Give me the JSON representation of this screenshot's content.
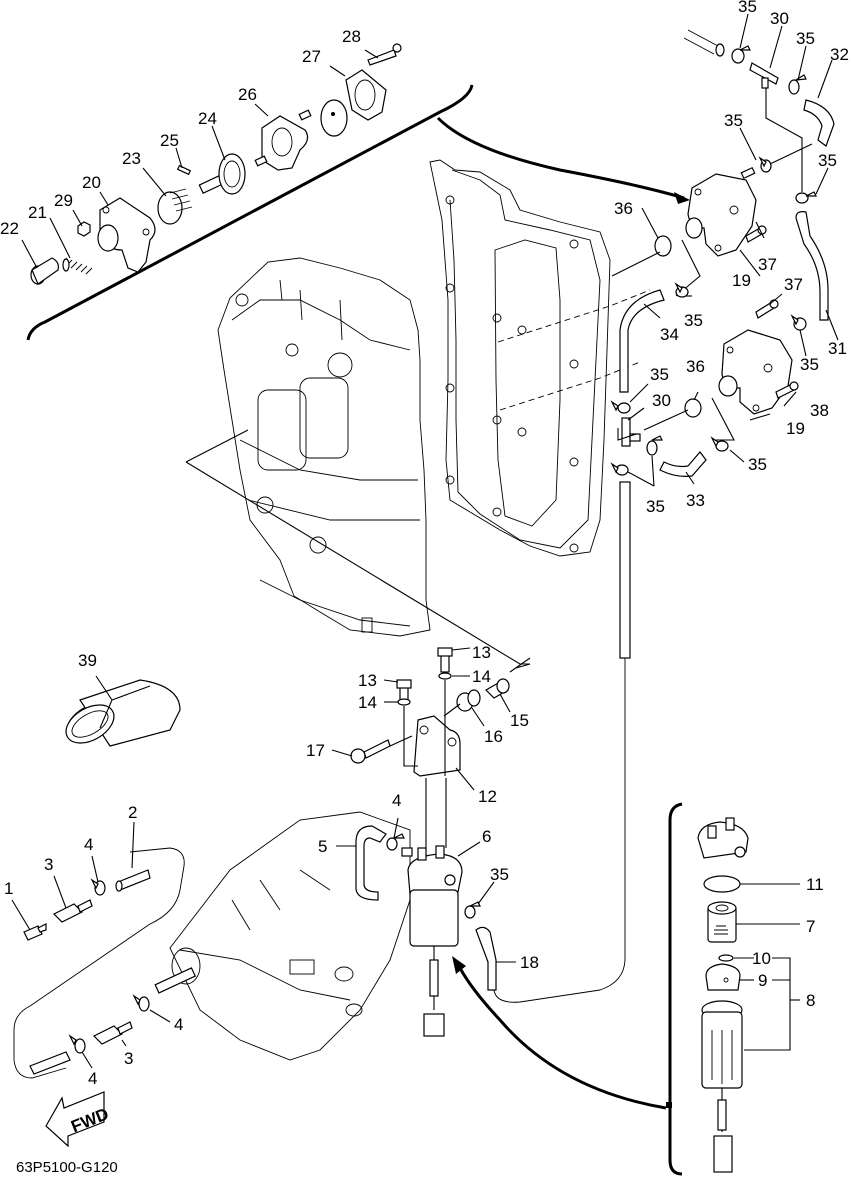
{
  "diagram": {
    "type": "exploded-parts-view",
    "subject": "Outboard fuel system: fuel pumps, head cover, fuel filter",
    "drawing_code": "63P5100-G120",
    "direction_marker": "FWD",
    "callouts": [
      {
        "id": "c1",
        "label": "1"
      },
      {
        "id": "c2",
        "label": "2"
      },
      {
        "id": "c3a",
        "label": "3"
      },
      {
        "id": "c3b",
        "label": "3"
      },
      {
        "id": "c4a",
        "label": "4"
      },
      {
        "id": "c4b",
        "label": "4"
      },
      {
        "id": "c4c",
        "label": "4"
      },
      {
        "id": "c4d",
        "label": "4"
      },
      {
        "id": "c5",
        "label": "5"
      },
      {
        "id": "c6",
        "label": "6"
      },
      {
        "id": "c7",
        "label": "7"
      },
      {
        "id": "c8",
        "label": "8"
      },
      {
        "id": "c9",
        "label": "9"
      },
      {
        "id": "c10",
        "label": "10"
      },
      {
        "id": "c11",
        "label": "11"
      },
      {
        "id": "c12",
        "label": "12"
      },
      {
        "id": "c13a",
        "label": "13"
      },
      {
        "id": "c13b",
        "label": "13"
      },
      {
        "id": "c14a",
        "label": "14"
      },
      {
        "id": "c14b",
        "label": "14"
      },
      {
        "id": "c15",
        "label": "15"
      },
      {
        "id": "c16",
        "label": "16"
      },
      {
        "id": "c17",
        "label": "17"
      },
      {
        "id": "c18",
        "label": "18"
      },
      {
        "id": "c19a",
        "label": "19"
      },
      {
        "id": "c19b",
        "label": "19"
      },
      {
        "id": "c20",
        "label": "20"
      },
      {
        "id": "c21",
        "label": "21"
      },
      {
        "id": "c22",
        "label": "22"
      },
      {
        "id": "c23",
        "label": "23"
      },
      {
        "id": "c24",
        "label": "24"
      },
      {
        "id": "c25",
        "label": "25"
      },
      {
        "id": "c26",
        "label": "26"
      },
      {
        "id": "c27",
        "label": "27"
      },
      {
        "id": "c28",
        "label": "28"
      },
      {
        "id": "c29",
        "label": "29"
      },
      {
        "id": "c30a",
        "label": "30"
      },
      {
        "id": "c30b",
        "label": "30"
      },
      {
        "id": "c31",
        "label": "31"
      },
      {
        "id": "c32",
        "label": "32"
      },
      {
        "id": "c33",
        "label": "33"
      },
      {
        "id": "c34",
        "label": "34"
      },
      {
        "id": "c35a",
        "label": "35"
      },
      {
        "id": "c35b",
        "label": "35"
      },
      {
        "id": "c35c",
        "label": "35"
      },
      {
        "id": "c35d",
        "label": "35"
      },
      {
        "id": "c35e",
        "label": "35"
      },
      {
        "id": "c35f",
        "label": "35"
      },
      {
        "id": "c35g",
        "label": "35"
      },
      {
        "id": "c35h",
        "label": "35"
      },
      {
        "id": "c35i",
        "label": "35"
      },
      {
        "id": "c35j",
        "label": "35"
      },
      {
        "id": "c36a",
        "label": "36"
      },
      {
        "id": "c36b",
        "label": "36"
      },
      {
        "id": "c37a",
        "label": "37"
      },
      {
        "id": "c37b",
        "label": "37"
      },
      {
        "id": "c38",
        "label": "38"
      },
      {
        "id": "c39",
        "label": "39"
      }
    ]
  }
}
